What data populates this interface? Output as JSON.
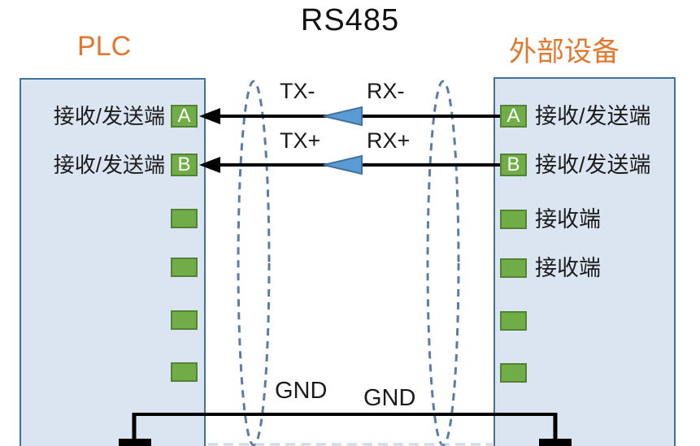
{
  "title": "RS485",
  "left_device": {
    "name": "PLC",
    "terminals": [
      {
        "letter": "A",
        "label": "接收/发送端"
      },
      {
        "letter": "B",
        "label": "接收/发送端"
      },
      {
        "letter": "",
        "label": ""
      },
      {
        "letter": "",
        "label": ""
      },
      {
        "letter": "",
        "label": ""
      },
      {
        "letter": "",
        "label": ""
      }
    ]
  },
  "right_device": {
    "name": "外部设备",
    "terminals": [
      {
        "letter": "A",
        "label": "接收/发送端"
      },
      {
        "letter": "B",
        "label": "接收/发送端"
      },
      {
        "letter": "",
        "label": "接收端"
      },
      {
        "letter": "",
        "label": "接收端"
      },
      {
        "letter": "",
        "label": ""
      },
      {
        "letter": "",
        "label": ""
      }
    ]
  },
  "wire_labels": {
    "line_a_left": "TX-",
    "line_a_right": "RX-",
    "line_b_left": "TX+",
    "line_b_right": "RX+",
    "gnd_left": "GND",
    "gnd_right": "GND"
  },
  "colors": {
    "accent_orange": "#E2772E",
    "panel_fill": "#DBE5F1",
    "panel_border": "#41719C",
    "terminal_fill": "#70AD47",
    "terminal_border": "#548235",
    "wire": "#000000",
    "signal_arrow_fill": "#5B9BD5",
    "twisted_pair_dash": "#5B7DA3"
  }
}
